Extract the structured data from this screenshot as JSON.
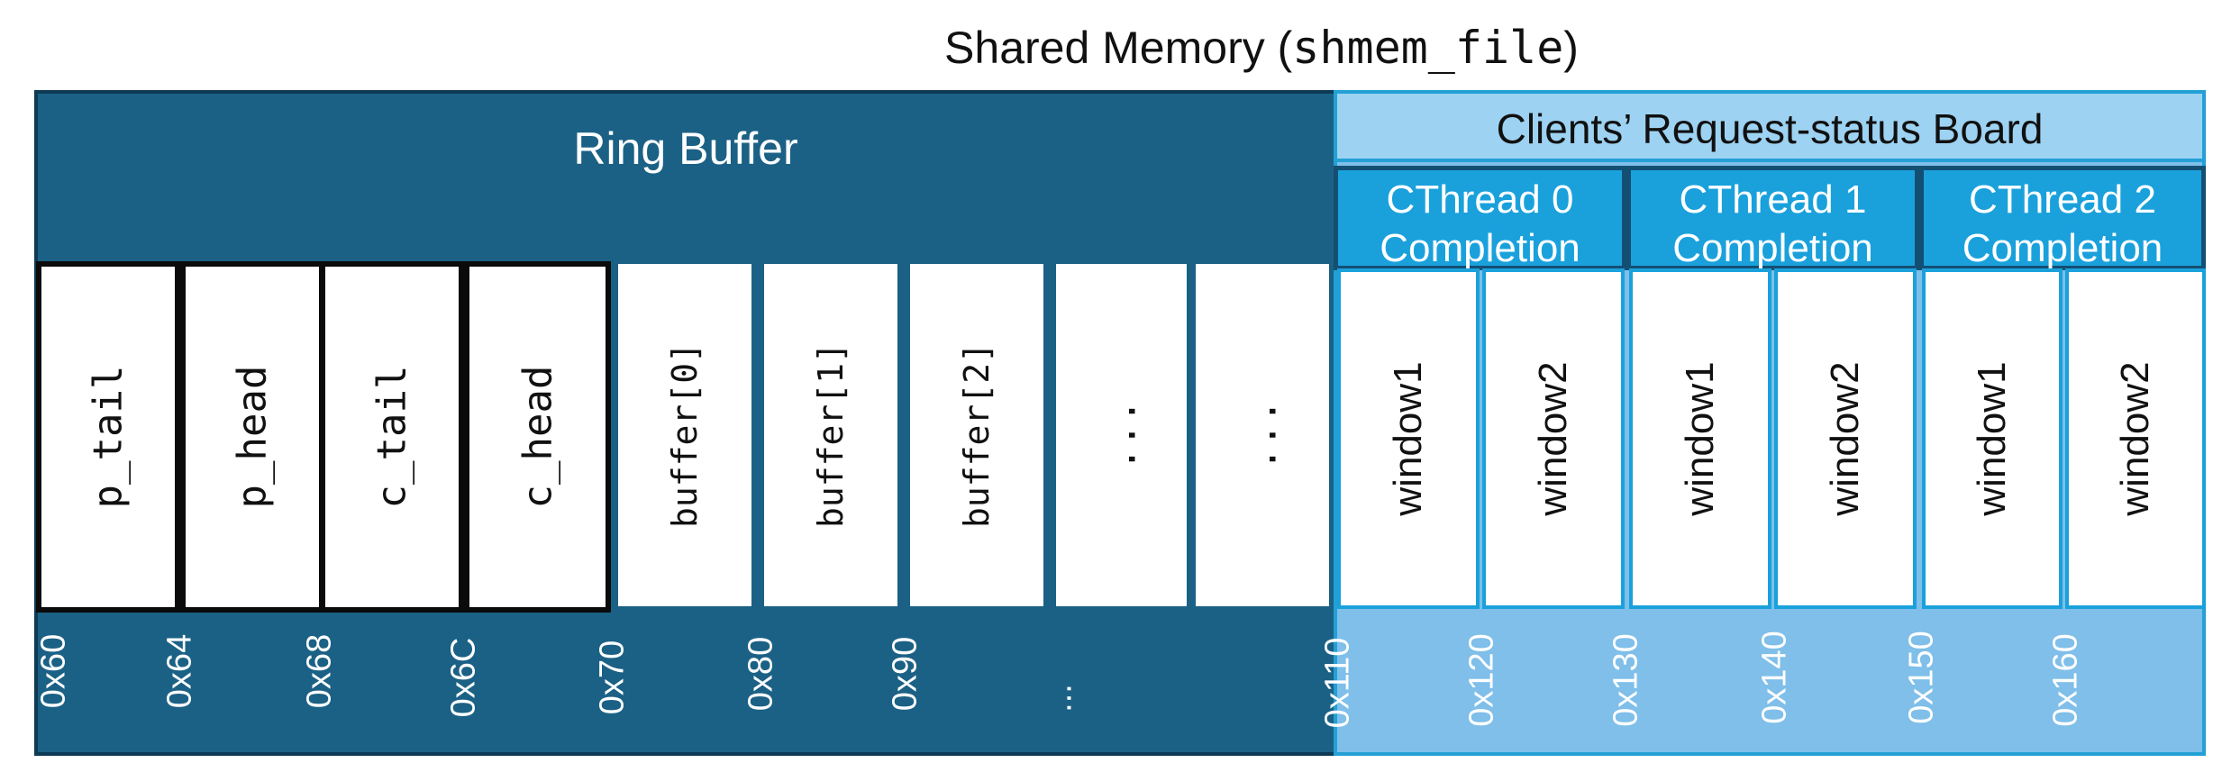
{
  "title": {
    "prefix": "Shared Memory (",
    "code": "shmem_file",
    "suffix": ")"
  },
  "ring_buffer": {
    "title": "Ring Buffer",
    "cells": [
      "p_tail",
      "p_head",
      "c_tail",
      "c_head",
      "buffer[0]",
      "buffer[1]",
      "buffer[2]",
      "...",
      "..."
    ],
    "addresses": [
      "0x60",
      "0x64",
      "0x68",
      "0x6C",
      "0x70",
      "0x80",
      "0x90",
      "..."
    ]
  },
  "client_board": {
    "title": "Clients’ Request-status Board",
    "threads": [
      {
        "line1": "CThread 0",
        "line2": "Completion",
        "windows": [
          "window1",
          "window2"
        ]
      },
      {
        "line1": "CThread 1",
        "line2": "Completion",
        "windows": [
          "window1",
          "window2"
        ]
      },
      {
        "line1": "CThread 2",
        "line2": "Completion",
        "windows": [
          "window1",
          "window2"
        ]
      }
    ],
    "addresses": [
      "0x110",
      "0x120",
      "0x130",
      "0x140",
      "0x150",
      "0x160"
    ]
  },
  "colors": {
    "ring_buffer_fill": "#1b6185",
    "board_fill": "#7fbfe9",
    "board_header": "#9dd2f2",
    "cthread_fill": "#1aa1dc"
  }
}
